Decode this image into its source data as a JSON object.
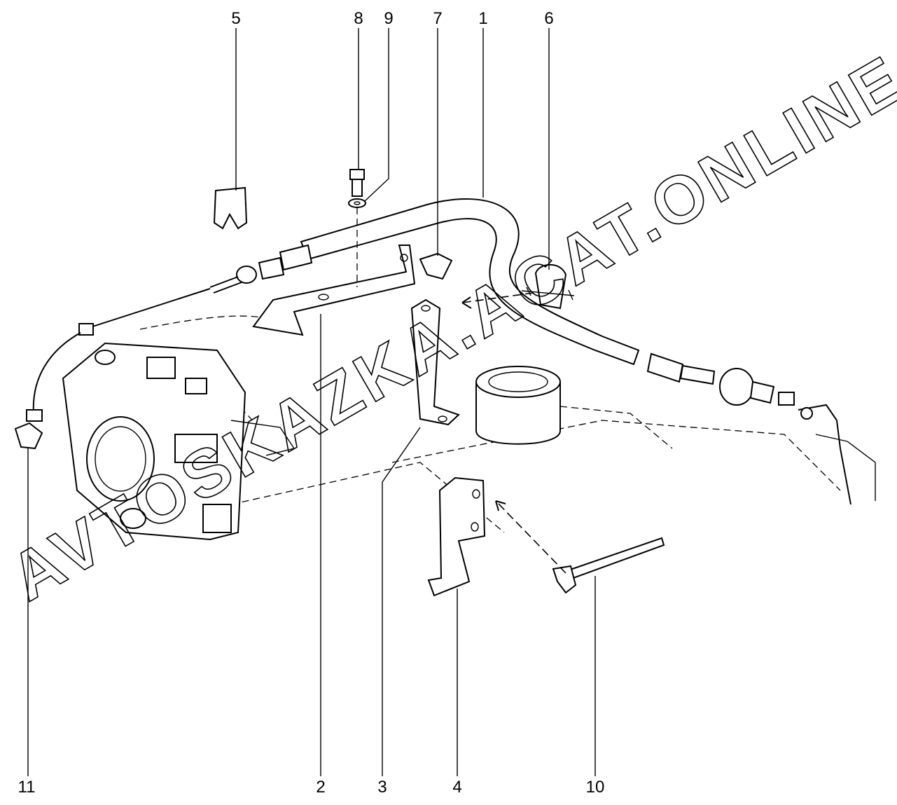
{
  "callouts": [
    {
      "id": "5",
      "text": "5"
    },
    {
      "id": "8",
      "text": "8"
    },
    {
      "id": "9",
      "text": "9"
    },
    {
      "id": "7",
      "text": "7"
    },
    {
      "id": "1",
      "text": "1"
    },
    {
      "id": "6",
      "text": "6"
    },
    {
      "id": "11",
      "text": "11"
    },
    {
      "id": "2",
      "text": "2"
    },
    {
      "id": "3",
      "text": "3"
    },
    {
      "id": "4",
      "text": "4"
    },
    {
      "id": "10",
      "text": "10"
    }
  ],
  "watermark": {
    "text": "AVTOSKAZKA.ACAT.ONLINE"
  }
}
